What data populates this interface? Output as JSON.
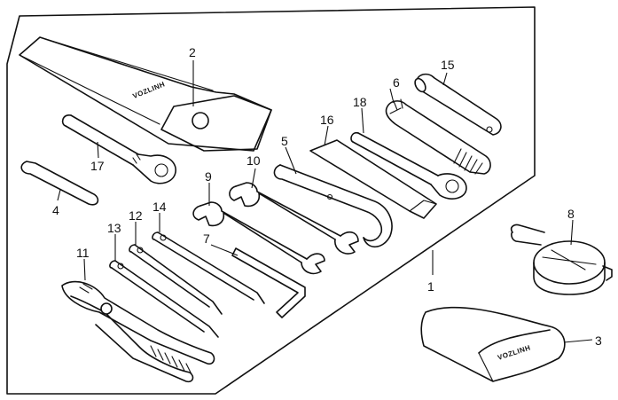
{
  "callouts": [
    {
      "id": "1",
      "label": "1"
    },
    {
      "id": "2",
      "label": "2"
    },
    {
      "id": "3",
      "label": "3"
    },
    {
      "id": "4",
      "label": "4"
    },
    {
      "id": "5",
      "label": "5"
    },
    {
      "id": "6",
      "label": "6"
    },
    {
      "id": "7",
      "label": "7"
    },
    {
      "id": "8",
      "label": "8"
    },
    {
      "id": "9",
      "label": "9"
    },
    {
      "id": "10",
      "label": "10"
    },
    {
      "id": "11",
      "label": "11"
    },
    {
      "id": "12",
      "label": "12"
    },
    {
      "id": "13",
      "label": "13"
    },
    {
      "id": "14",
      "label": "14"
    },
    {
      "id": "15",
      "label": "15"
    },
    {
      "id": "16",
      "label": "16"
    },
    {
      "id": "17",
      "label": "17"
    },
    {
      "id": "18",
      "label": "18"
    }
  ],
  "logos": {
    "tool_bag": "VOZLINH",
    "pouch": "VOZLINH"
  }
}
